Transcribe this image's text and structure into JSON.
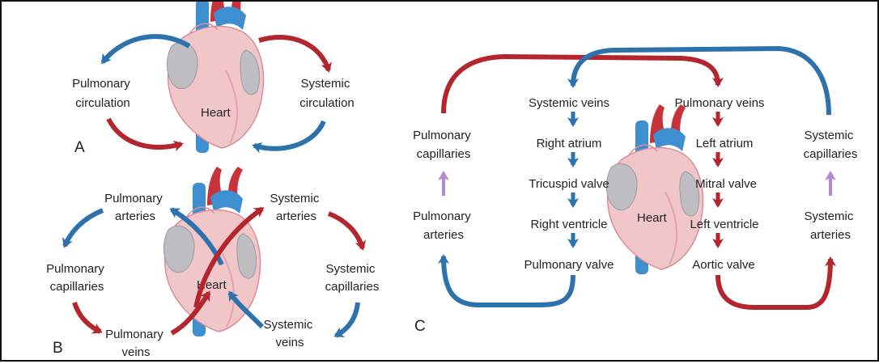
{
  "colors": {
    "red": "#b3262e",
    "blue": "#2e72ad",
    "purple": "#b48bcf",
    "heart": "#f1c6c9",
    "heart_dark": "#e9a9b0",
    "vessel_blue": "#3d8fd0",
    "vessel_red": "#c8323a",
    "atrium_gray": "#bdbdc2"
  },
  "panel_a": {
    "letter": "A",
    "heart": "Heart",
    "pulmonary": [
      "Pulmonary",
      "circulation"
    ],
    "systemic": [
      "Systemic",
      "circulation"
    ]
  },
  "panel_b": {
    "letter": "B",
    "heart": "Heart",
    "pulmonary_arteries": [
      "Pulmonary",
      "arteries"
    ],
    "systemic_arteries": [
      "Systemic",
      "arteries"
    ],
    "pulmonary_capillaries": [
      "Pulmonary",
      "capillaries"
    ],
    "systemic_capillaries": [
      "Systemic",
      "capillaries"
    ],
    "pulmonary_veins": [
      "Pulmonary",
      "veins"
    ],
    "systemic_veins": [
      "Systemic",
      "veins"
    ]
  },
  "panel_c": {
    "letter": "C",
    "heart": "Heart",
    "pulmonary_capillaries": [
      "Pulmonary",
      "capillaries"
    ],
    "pulmonary_arteries": [
      "Pulmonary",
      "arteries"
    ],
    "systemic_capillaries": [
      "Systemic",
      "capillaries"
    ],
    "systemic_arteries": [
      "Systemic",
      "arteries"
    ],
    "right_side": [
      "Systemic veins",
      "Right atrium",
      "Tricuspid valve",
      "Right ventricle",
      "Pulmonary valve"
    ],
    "left_side": [
      "Pulmonary veins",
      "Left atrium",
      "Mitral valve",
      "Left ventricle",
      "Aortic valve"
    ]
  }
}
